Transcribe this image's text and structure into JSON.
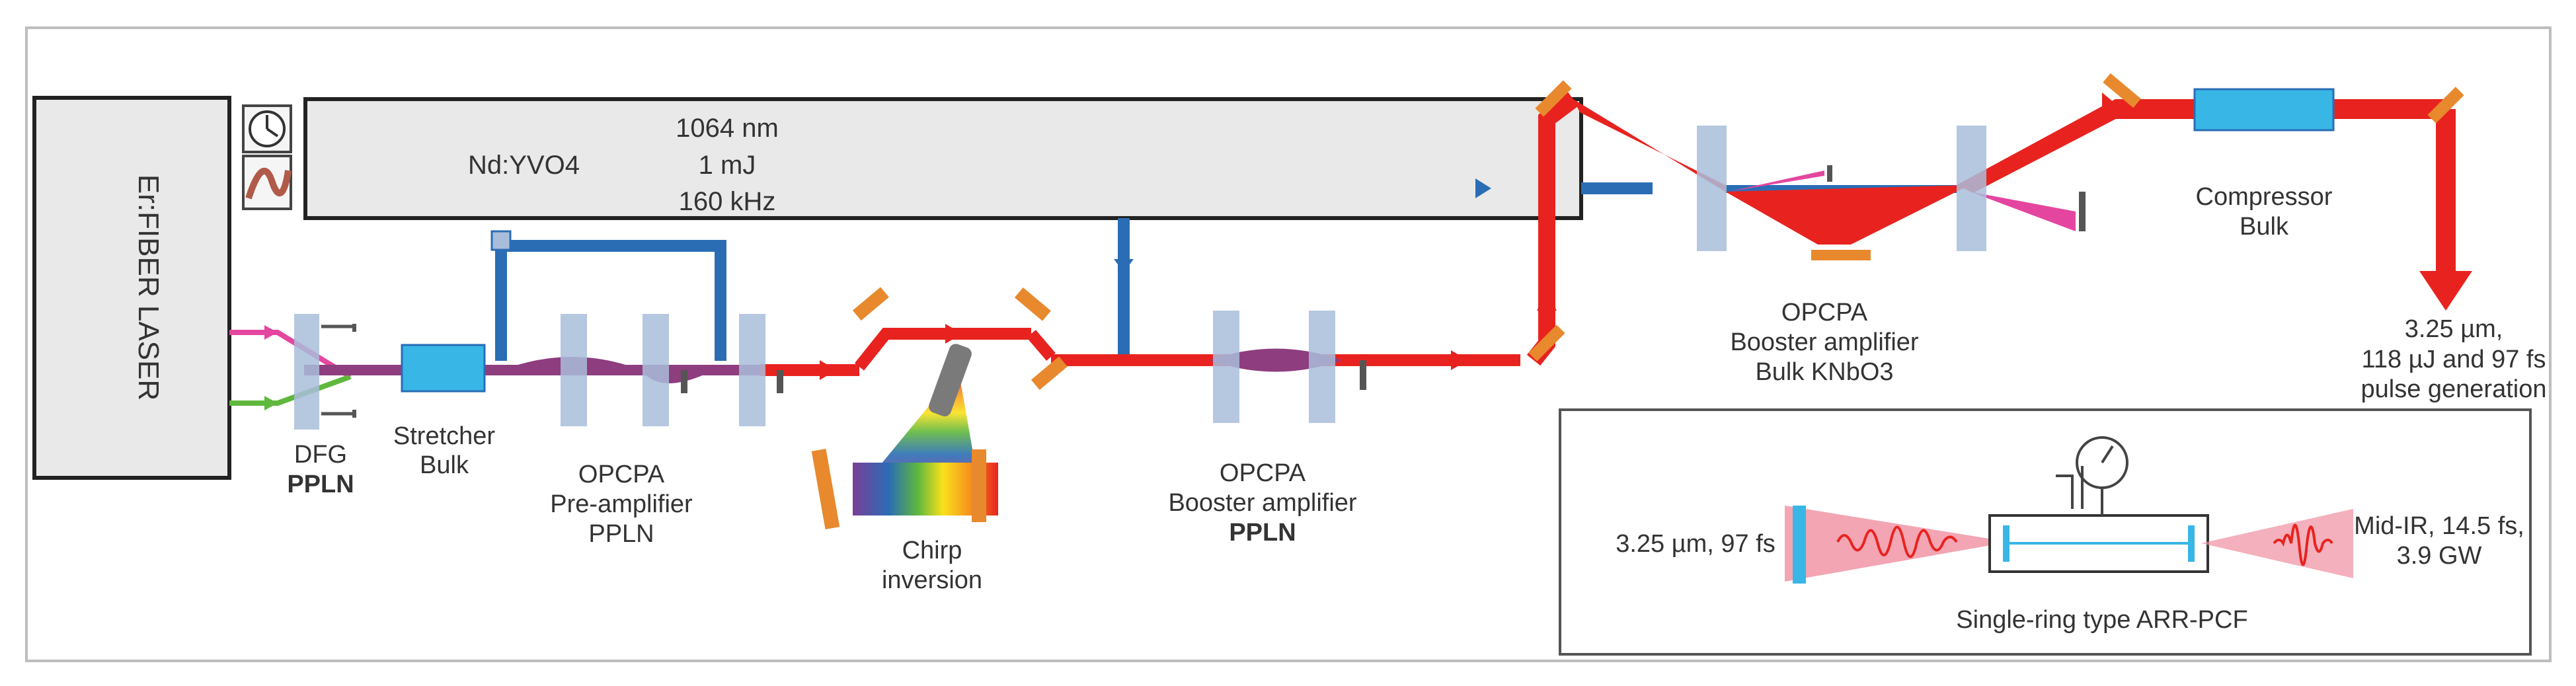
{
  "colors": {
    "beam_red": "#e8231f",
    "beam_blue": "#2a6db5",
    "beam_purple": "#8e3d7e",
    "crystal": "#a9bddb",
    "mirror": "#e8892d",
    "stretcher": "#38b6e6",
    "pink": "#e4469f",
    "green": "#5fb83d",
    "housing_fill": "#e9e9e9"
  },
  "laser": {
    "name": "Er:FIBER LASER"
  },
  "pump": {
    "name": "Nd:YVO4",
    "wavelength": "1064 nm",
    "energy": "1 mJ",
    "rate": "160 kHz"
  },
  "labels": {
    "dfg_1": "DFG",
    "dfg_2": "PPLN",
    "stretcher_1": "Stretcher",
    "stretcher_2": "Bulk",
    "pre_1": "OPCPA",
    "pre_2": "Pre-amplifier",
    "pre_3": "PPLN",
    "chirp_1": "Chirp",
    "chirp_2": "inversion",
    "boost_1": "OPCPA",
    "boost_2": "Booster amplifier",
    "boost_3": "PPLN",
    "boost2_1": "OPCPA",
    "boost2_2": "Booster amplifier",
    "boost2_3": "Bulk KNbO3",
    "comp_1": "Compressor",
    "comp_2": "Bulk",
    "out_1": "3.25 µm,",
    "out_2": "118 µJ and 97 fs",
    "out_3": "pulse generation"
  },
  "inset": {
    "input": "3.25 µm, 97 fs",
    "output_1": "Mid-IR, 14.5 fs,",
    "output_2": "3.9 GW",
    "fiber": "Single-ring type ARR-PCF"
  }
}
